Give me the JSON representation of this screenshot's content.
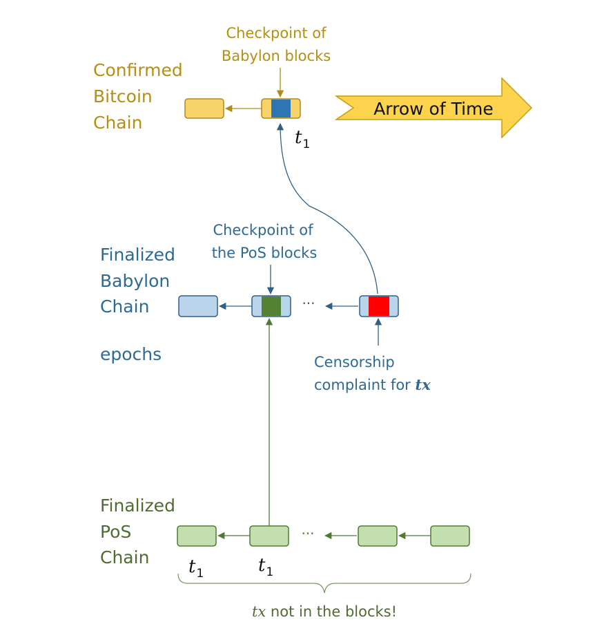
{
  "colors": {
    "bitcoin_text": "#b58e12",
    "bitcoin_fill": "#f8d26a",
    "bitcoin_stroke": "#b08a16",
    "babylon_text": "#2d6a93",
    "babylon_fill": "#bad4ec",
    "babylon_stroke": "#2f5f86",
    "babylon_checkpoint": "#2e75b6",
    "pos_text": "#4f6b31",
    "pos_fill": "#c3dfb0",
    "pos_stroke": "#4f7a33",
    "pos_checkpoint": "#548235",
    "complaint": "#ff0000",
    "arrow_fill": "#fcd34d",
    "arrow_stroke": "#c79a12"
  },
  "bitcoin": {
    "label": [
      "Confirmed",
      "Bitcoin",
      "Chain"
    ],
    "checkpoint_caption": [
      "Checkpoint of",
      "Babylon blocks"
    ],
    "time_var": "t",
    "time_sub": "1"
  },
  "arrow_of_time": {
    "label": "Arrow of Time"
  },
  "babylon": {
    "label": [
      "Finalized",
      "Babylon",
      "Chain"
    ],
    "epochs": "epochs",
    "checkpoint_caption": [
      "Checkpoint of",
      "the PoS blocks"
    ],
    "ellipsis": "···",
    "complaint_caption": [
      "Censorship",
      "complaint for "
    ],
    "complaint_var": "tx"
  },
  "pos": {
    "label": [
      "Finalized",
      "PoS",
      "Chain"
    ],
    "ellipsis": "···",
    "time_labels": [
      {
        "var": "t",
        "sub": "1"
      },
      {
        "var": "t",
        "sub": "1"
      }
    ],
    "footer_var": "tx",
    "footer_text": " not in the blocks!"
  }
}
